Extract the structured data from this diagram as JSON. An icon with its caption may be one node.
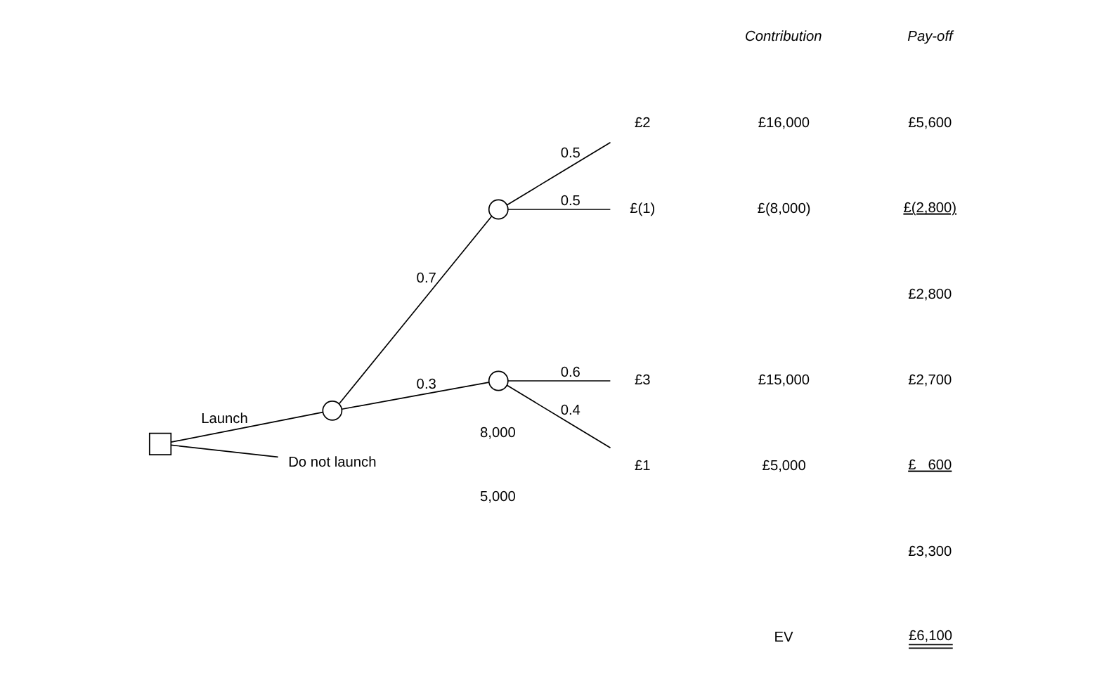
{
  "diagram": {
    "nodes": [
      {
        "text": [],
        "shape": "box"
      },
      {
        "text": [],
        "shape": "circle"
      },
      {
        "text": [],
        "shape": "circle"
      },
      {
        "text": [],
        "shape": "circle"
      },
      {
        "text": [
          "£2"
        ]
      },
      {
        "text": [
          "£(1)"
        ]
      },
      {
        "text": [
          "£3"
        ]
      },
      {
        "text": [
          "£1"
        ]
      },
      {
        "text": [
          "Do not launch"
        ]
      }
    ],
    "edges": [
      {
        "from": 0,
        "to": 1,
        "arrow": "none",
        "label": "Launch"
      },
      {
        "from": 0,
        "to": 8,
        "arrow": "none"
      },
      {
        "from": 1,
        "to": 2,
        "arrow": "none",
        "label": "0.7"
      },
      {
        "from": 1,
        "to": 3,
        "arrow": "none",
        "label": "0.3"
      },
      {
        "from": 2,
        "to": 4,
        "arrow": "none",
        "label": "0.5"
      },
      {
        "from": 2,
        "to": 5,
        "arrow": "none",
        "label": "0.5"
      },
      {
        "from": 3,
        "to": 6,
        "arrow": "none",
        "label": "0.6"
      },
      {
        "from": 3,
        "to": 7,
        "arrow": "none",
        "label": "0.4"
      }
    ],
    "labels": [
      "Contribution",
      "Pay-off",
      "£16,000",
      "£5,600",
      "8,000",
      "£(8,000)",
      "£(2,800)",
      "£2,800",
      "£15,000",
      "£2,700",
      "5,000",
      "£5,000",
      "£   600",
      "£3,300",
      "EV",
      "£6,100"
    ]
  }
}
